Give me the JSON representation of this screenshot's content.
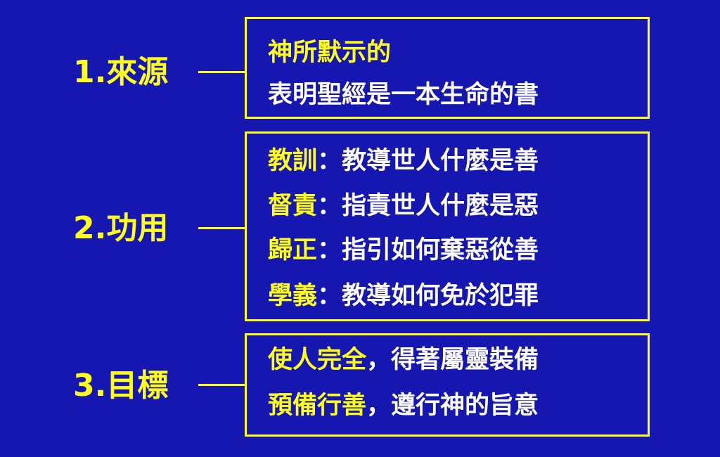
{
  "colors": {
    "background": "#1616b0",
    "accent": "#ffff1a",
    "text": "#ffffff"
  },
  "sections": [
    {
      "label": "1.來源",
      "lines": [
        {
          "key": "神所默示的",
          "sep": "",
          "text": ""
        },
        {
          "key": "",
          "sep": "",
          "text": "表明聖經是一本生命的書"
        }
      ]
    },
    {
      "label": "2.功用",
      "lines": [
        {
          "key": "教訓",
          "sep": "：",
          "text": "教導世人什麼是善"
        },
        {
          "key": "督責",
          "sep": "：",
          "text": "指責世人什麼是惡"
        },
        {
          "key": "歸正",
          "sep": "：",
          "text": "指引如何棄惡從善"
        },
        {
          "key": "學義",
          "sep": "：",
          "text": "教導如何免於犯罪"
        }
      ]
    },
    {
      "label": "3.目標",
      "lines": [
        {
          "key": "使人完全",
          "sep": "，",
          "text": "得著屬靈裝備"
        },
        {
          "key": "預備行善",
          "sep": "，",
          "text": "遵行神的旨意"
        }
      ]
    }
  ]
}
